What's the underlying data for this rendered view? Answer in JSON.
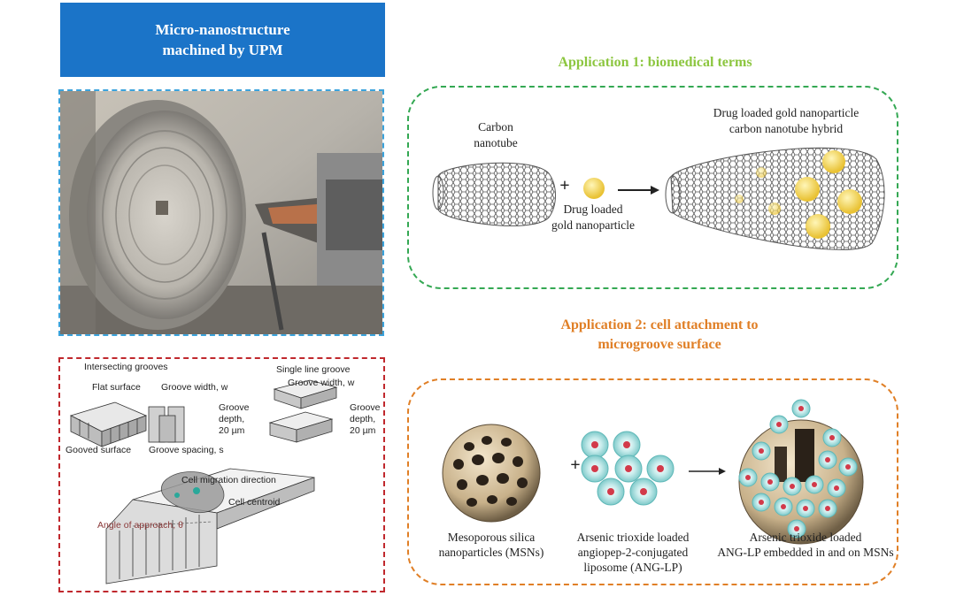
{
  "title": {
    "line1": "Micro-nanostructure",
    "line2": "machined by UPM"
  },
  "app1": {
    "heading": "Application 1: biomedical terms",
    "cnt_label1": "Carbon",
    "cnt_label2": "nanotube",
    "plus": "+",
    "gold_label1": "Drug loaded",
    "gold_label2": "gold nanoparticle",
    "hybrid_label1": "Drug loaded gold nanoparticle",
    "hybrid_label2": "carbon nanotube hybrid"
  },
  "app2": {
    "heading_line1": "Application 2: cell attachment to",
    "heading_line2": "microgroove surface",
    "msn_label1": "Mesoporous silica",
    "msn_label2": "nanoparticles (MSNs)",
    "plus": "+",
    "lipo_label1": "Arsenic trioxide loaded",
    "lipo_label2": "angiopep-2-conjugated",
    "lipo_label3": "liposome (ANG-LP)",
    "result_label1": "Arsenic trioxide loaded",
    "result_label2": "ANG-LP embedded in and on MSNs"
  },
  "grooves": {
    "intersecting": "Intersecting grooves",
    "flat_surface": "Flat surface",
    "groove_width_a": "Groove width, w",
    "groove_depth_a1": "Groove",
    "groove_depth_a2": "depth,",
    "groove_depth_a3": "20 µm",
    "grooved_surface": "Gooved surface",
    "groove_spacing": "Groove spacing, s",
    "single_line": "Single line groove",
    "groove_width_b": "Groove width, w",
    "groove_depth_b1": "Groove",
    "groove_depth_b2": "depth,",
    "groove_depth_b3": "20 µm",
    "migration": "Cell migration direction",
    "centroid": "Cell centroid",
    "angle": "Angle of approach, θ"
  },
  "colors": {
    "title_bg": "#1b74c8",
    "photo_border": "#3ba3dc",
    "groove_border": "#c0282d",
    "app1_border": "#34a853",
    "app2_border": "#e07f26",
    "app1_heading": "#8cc63f",
    "app2_heading": "#e07f26",
    "gold": "#f2d24a"
  }
}
